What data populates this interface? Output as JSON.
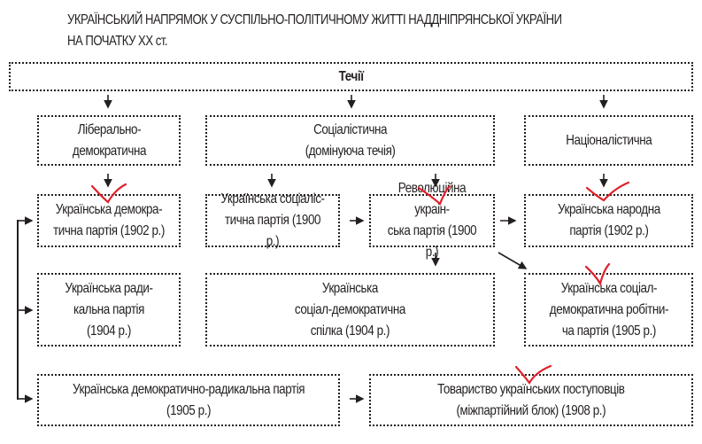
{
  "title": {
    "line1": "УКРАЇНСЬКИЙ НАПРЯМОК У СУСПІЛЬНО-ПОЛІТИЧНОМУ ЖИТТІ НАДДНІПРЯНСЬКОЇ УКРАЇНИ",
    "line2": "НА ПОЧАТКУ XX ст."
  },
  "root": "Течії",
  "currents": {
    "liberal": "Ліберально-\nдемократична",
    "socialist": "Соціалістична\n(домінуюча течія)",
    "nationalist": "Націоналістична"
  },
  "parties": {
    "udp": "Українська демокра-\nтична партія (1902 р.)",
    "usp": "Українська соціаліс-\nтична партія (1900 р.)",
    "rup": "Революційна украін-\nська партія (1900 р.)",
    "unp": "Українська народна\nпартія (1902 р.)",
    "urp": "Українська ради-\nкальна партія\n(1904 р.)",
    "usds": "Українська\nсоціал-демократична\nспілка (1904 р.)",
    "usdrp": "Українська соціал-\nдемократична робітни-\nча партія (1905 р.)",
    "udrp": "Українська демократично-радикальна партія\n(1905 р.)",
    "tup": "Товариство українських поступовців\n(міжпартійний блок) (1908 р.)"
  },
  "annotation_color": "#e0202a"
}
